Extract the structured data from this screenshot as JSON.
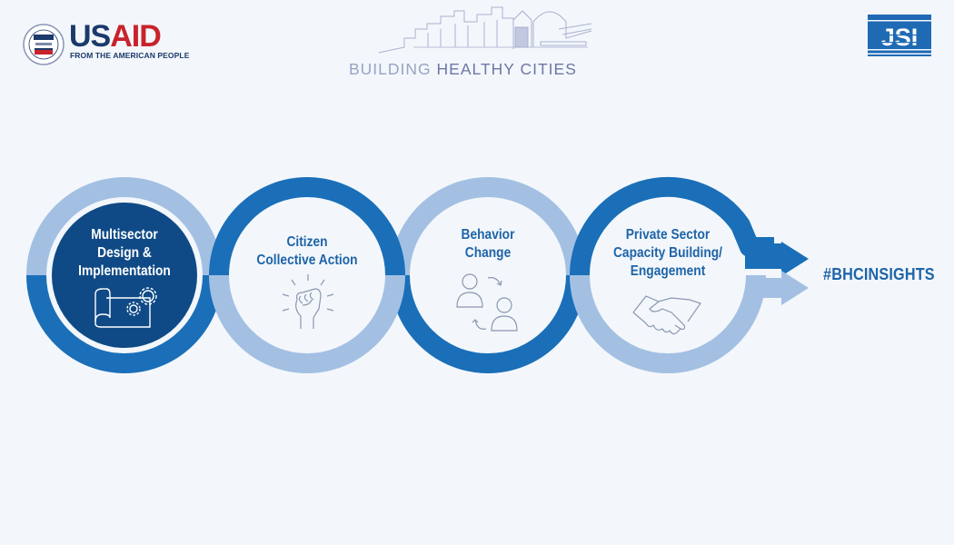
{
  "header": {
    "left_logo": {
      "mark": "USAID",
      "mark_part1": "US",
      "mark_part2": "AID",
      "tagline": "FROM THE AMERICAN PEOPLE",
      "seal_text": "USAID"
    },
    "center_logo": {
      "title_part1": "BUILDING ",
      "title_part2": "HEALTHY CITIES"
    },
    "right_logo": {
      "mark": "JSI"
    }
  },
  "steps": [
    {
      "label_lines": [
        "Multisector",
        "Design &",
        "Implementation"
      ],
      "icon": "blueprint-gears-icon",
      "highlighted": true
    },
    {
      "label_lines": [
        "Citizen",
        "Collective Action"
      ],
      "icon": "raised-fist-icon",
      "highlighted": false
    },
    {
      "label_lines": [
        "Behavior",
        "Change"
      ],
      "icon": "people-exchange-icon",
      "highlighted": false
    },
    {
      "label_lines": [
        "Private Sector",
        "Capacity Building/",
        "Engagement"
      ],
      "icon": "handshake-icon",
      "highlighted": false
    }
  ],
  "hashtag": "#BHCINSIGHTS",
  "colors": {
    "background": "#f3f7fb",
    "dark_blue": "#1a6fb8",
    "light_blue": "#a3c0e3",
    "navy": "#0f4a86",
    "text_blue": "#1e64a8",
    "icon_gray": "#8a97b0",
    "usaid_navy": "#1b3a6b",
    "usaid_red": "#c8232c",
    "jsi_blue": "#1f6ab4"
  }
}
